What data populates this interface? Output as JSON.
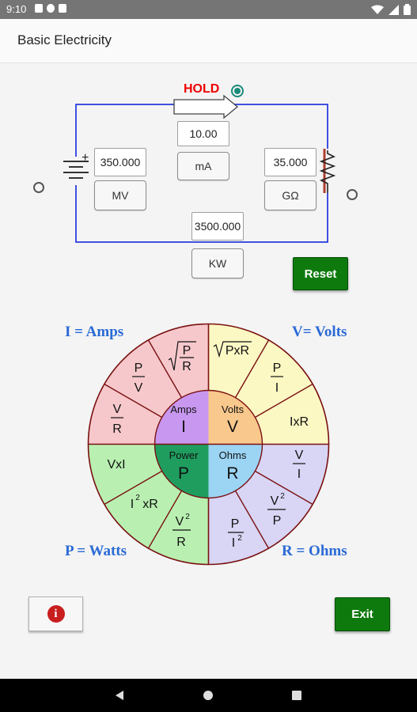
{
  "status_bar": {
    "time": "9:10"
  },
  "app_bar": {
    "title": "Basic Electricity"
  },
  "circuit": {
    "hold_label": "HOLD",
    "current_value": "10.00",
    "current_unit": "mA",
    "voltage_value": "350.000",
    "voltage_unit": "MV",
    "resistance_value": "35.000",
    "resistance_unit": "GΩ",
    "power_value": "3500.000",
    "power_unit": "KW",
    "battery_plus": "+",
    "reset_label": "Reset"
  },
  "wheel": {
    "corner_labels": {
      "amps": "I = Amps",
      "volts": "V= Volts",
      "watts": "P = Watts",
      "ohms": "R = Ohms"
    },
    "center": {
      "amps": {
        "name": "Amps",
        "symbol": "I"
      },
      "volts": {
        "name": "Volts",
        "symbol": "V"
      },
      "power": {
        "name": "Power",
        "symbol": "P"
      },
      "ohms": {
        "name": "Ohms",
        "symbol": "R"
      }
    },
    "formulas": {
      "v_over_r": {
        "num": "V",
        "den": "R"
      },
      "p_over_v": {
        "num": "P",
        "den": "V"
      },
      "sqrt_p_over_r": {
        "num": "P",
        "den": "R"
      },
      "sqrt_pxr": "PxR",
      "p_over_i": {
        "num": "P",
        "den": "I"
      },
      "ixr": "IxR",
      "v_over_i": {
        "num": "V",
        "den": "I"
      },
      "v2_over_p": {
        "num": "V",
        "sup": "2",
        "den": "P"
      },
      "p_over_i2": {
        "num": "P",
        "den": "I",
        "sup": "2"
      },
      "v2_over_r": {
        "num": "V",
        "sup": "2",
        "den": "R"
      },
      "i2xr": {
        "base": "I",
        "sup": "2",
        "rest": "xR"
      },
      "vxi": "VxI"
    },
    "colors": {
      "amps": "#f6c8cc",
      "volts": "#fbf8c4",
      "ohms": "#d8d5f5",
      "power": "#b9f0b2",
      "amps_center": "#c898f0",
      "volts_center": "#f8c88c",
      "power_center": "#1f9d5f",
      "ohms_center": "#9cd4f4",
      "rim": "#7a1010"
    }
  },
  "buttons": {
    "exit_label": "Exit",
    "info_symbol": "i"
  }
}
